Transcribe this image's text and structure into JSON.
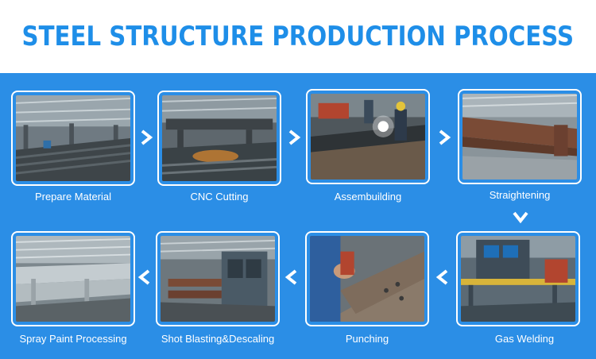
{
  "title": "STEEL STRUCTURE PRODUCTION PROCESS",
  "colors": {
    "accent": "#1e8ee8",
    "panel": "#2b8ee6",
    "card_border": "#ffffff"
  },
  "steps": [
    {
      "label": "Prepare Material"
    },
    {
      "label": "CNC Cutting"
    },
    {
      "label": "Assembuilding"
    },
    {
      "label": "Straightening"
    },
    {
      "label": "Gas Welding"
    },
    {
      "label": "Punching"
    },
    {
      "label": "Shot Blasting&Descaling"
    },
    {
      "label": "Spray Paint Processing"
    }
  ],
  "icons": [
    "chevron-right-icon",
    "chevron-down-icon",
    "chevron-left-icon"
  ]
}
